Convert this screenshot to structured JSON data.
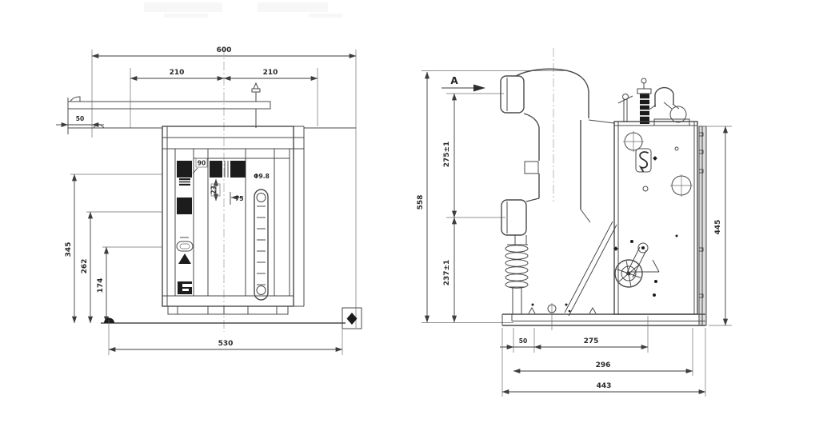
{
  "front_view": {
    "dim_overall_width": "600",
    "dim_phase_left": "210",
    "dim_phase_right": "210",
    "dim_bracket_offset": "50",
    "dim_height_a": "345",
    "dim_height_b": "262",
    "dim_height_c": "174",
    "dim_base_width": "530",
    "dim_panel_width": "90",
    "dim_slot_gap": "23",
    "dim_slot_offset": "75",
    "slot_callout": "Φ9.8"
  },
  "side_view": {
    "section_label": "A",
    "dim_overall_height": "558",
    "dim_upper_span": "275±1",
    "dim_lower_span": "237±1",
    "dim_frame_height": "445",
    "dim_base_step": "50",
    "dim_hole_spacing": "275",
    "dim_frame_depth": "296",
    "dim_overall_depth": "443"
  }
}
